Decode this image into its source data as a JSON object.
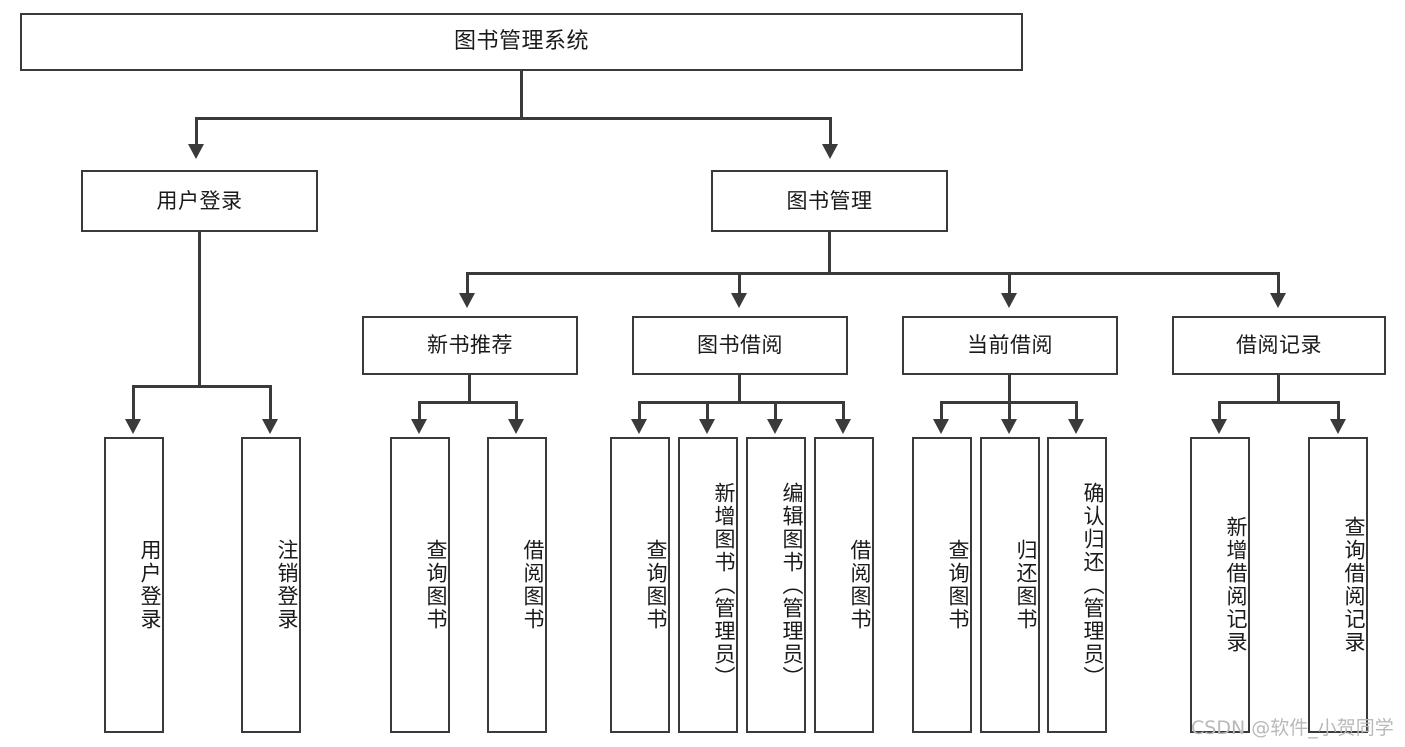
{
  "diagram": {
    "title": "图书管理系统",
    "type": "tree",
    "watermark": "CSDN @软件_小贺同学",
    "colors": {
      "box_border": "#3a3a3a",
      "box_fill": "#ffffff",
      "line": "#3a3a3a",
      "text": "#1a1a1a",
      "watermark": "#b9b9b9"
    },
    "nodes": {
      "root": {
        "label": "图书管理系统"
      },
      "level1": [
        {
          "id": "user-login",
          "label": "用户登录"
        },
        {
          "id": "book-management",
          "label": "图书管理"
        }
      ],
      "level2": [
        {
          "id": "new-book-recommend",
          "label": "新书推荐"
        },
        {
          "id": "book-borrow",
          "label": "图书借阅"
        },
        {
          "id": "current-borrow",
          "label": "当前借阅"
        },
        {
          "id": "borrow-record",
          "label": "借阅记录"
        }
      ],
      "leaves": {
        "user-login": [
          {
            "id": "leaf-user-login",
            "label": "用户登录"
          },
          {
            "id": "leaf-logout-login",
            "label": "注销登录"
          }
        ],
        "new-book-recommend": [
          {
            "id": "leaf-query-book-1",
            "label": "查询图书"
          },
          {
            "id": "leaf-borrow-book-1",
            "label": "借阅图书"
          }
        ],
        "book-borrow": [
          {
            "id": "leaf-query-book-2",
            "label": "查询图书"
          },
          {
            "id": "leaf-add-book",
            "label": "新增图书（管理员）"
          },
          {
            "id": "leaf-edit-book",
            "label": "编辑图书（管理员）"
          },
          {
            "id": "leaf-borrow-book-2",
            "label": "借阅图书"
          }
        ],
        "current-borrow": [
          {
            "id": "leaf-query-book-3",
            "label": "查询图书"
          },
          {
            "id": "leaf-return-book",
            "label": "归还图书"
          },
          {
            "id": "leaf-confirm-return",
            "label": "确认归还（管理员）"
          }
        ],
        "borrow-record": [
          {
            "id": "leaf-add-borrow-record",
            "label": "新增借阅记录"
          },
          {
            "id": "leaf-query-borrow-record",
            "label": "查询借阅记录"
          }
        ]
      }
    }
  }
}
